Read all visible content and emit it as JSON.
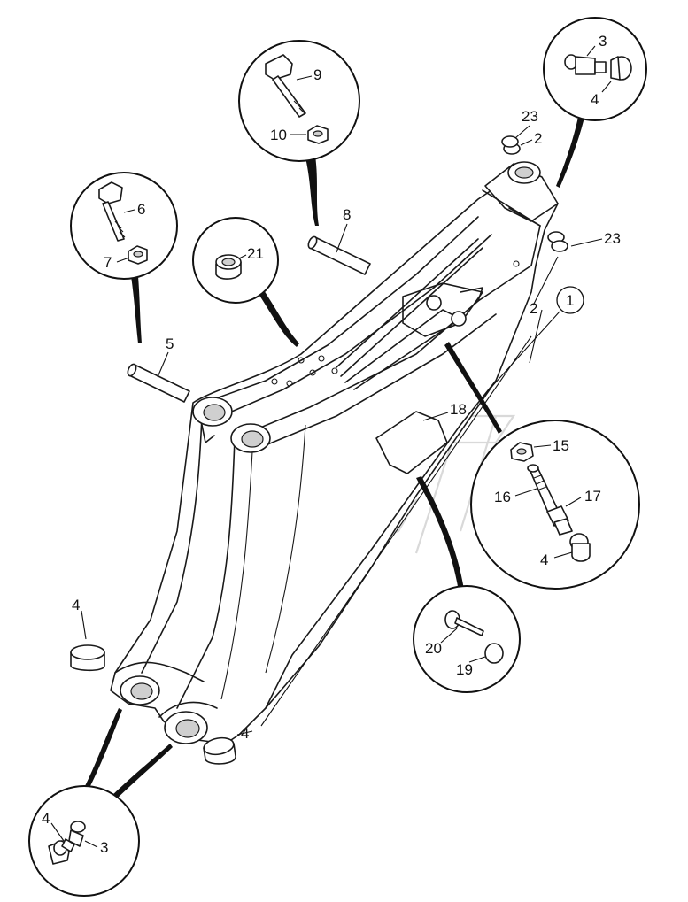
{
  "parts": {
    "p1": "1",
    "p2": "2",
    "p3": "3",
    "p4": "4",
    "p5": "5",
    "p6": "6",
    "p7": "7",
    "p8": "8",
    "p9": "9",
    "p10": "10",
    "p15": "15",
    "p16": "16",
    "p17": "17",
    "p18": "18",
    "p19": "19",
    "p20": "20",
    "p21": "21",
    "p23": "23"
  },
  "colors": {
    "line": "#1a1a1a",
    "watermark": "#d9d9d9",
    "background": "#ffffff"
  }
}
